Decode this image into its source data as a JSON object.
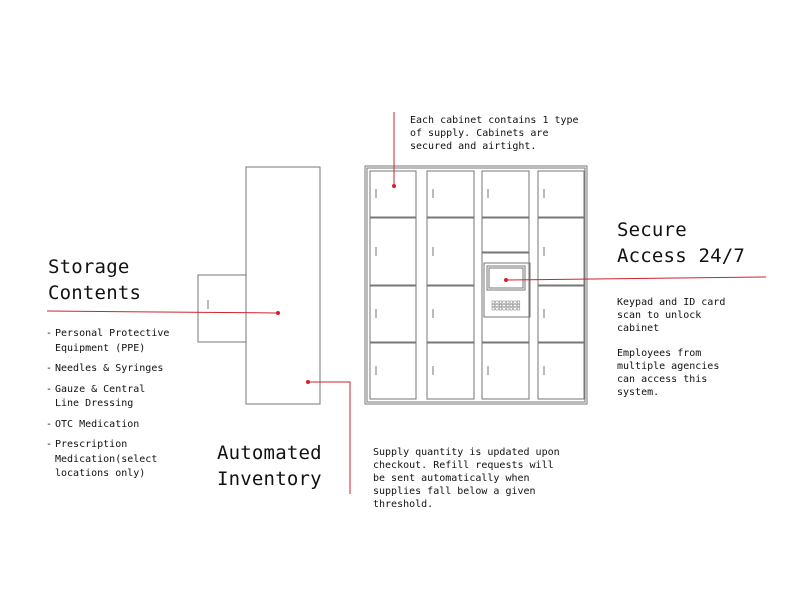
{
  "storage": {
    "title": "Storage\nContents",
    "items": [
      "Personal Protective\nEquipment (PPE)",
      "Needles & Syringes",
      "Gauze & Central\nLine Dressing",
      "OTC Medication",
      "Prescription\nMedication(select\nlocations only)"
    ]
  },
  "inventory": {
    "title": "Automated\nInventory",
    "note": "Supply quantity is updated upon\ncheckout. Refill requests will\nbe sent automatically when\nsupplies fall below a given\nthreshold."
  },
  "cabinet": {
    "note": "Each cabinet contains 1 type\nof supply. Cabinets are\nsecured and airtight."
  },
  "access": {
    "title": "Secure\nAccess 24/7",
    "note1": "Keypad and ID card\nscan to unlock\ncabinet",
    "note2": "Employees from\nmultiple agencies\ncan access this\nsystem."
  },
  "colors": {
    "accent": "#d1222f",
    "line": "#777777",
    "text": "#111111"
  }
}
